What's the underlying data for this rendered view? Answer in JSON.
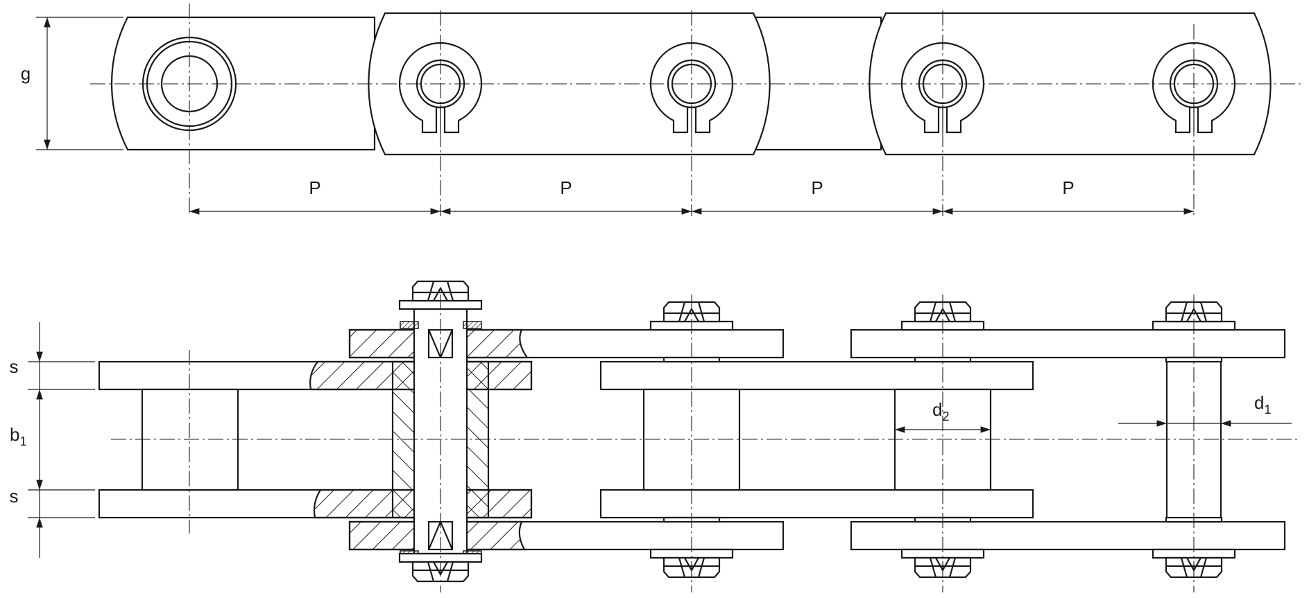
{
  "labels": {
    "height": "g",
    "pitch": "P",
    "thickness": "s",
    "inner_width_base": "b",
    "inner_width_sub": "1",
    "roller_diameter_base": "d",
    "roller_diameter_sub": "2",
    "pin_diameter_base": "d",
    "pin_diameter_sub": "1"
  }
}
